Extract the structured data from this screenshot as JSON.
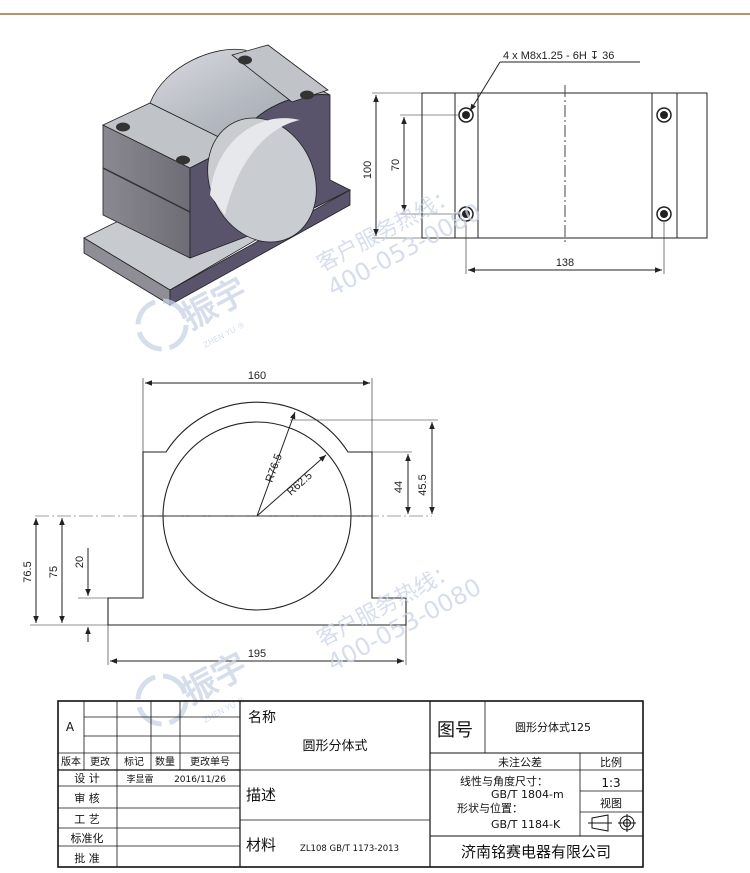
{
  "colors": {
    "top_rule": "#a0703a",
    "body_dark": "#59536b",
    "body_side": "#7d7b84",
    "body_light": "#b8bcc2",
    "watermark": "#c9d3e6",
    "line": "#222222"
  },
  "top_view": {
    "callout": "4 x M8x1.25 - 6H ↧ 36",
    "dim_height": "100",
    "dim_hole_spacing": "70",
    "dim_length": "138"
  },
  "front_view": {
    "dim_width": "160",
    "dim_r_outer": "R76.5",
    "dim_r_inner": "R62.5",
    "dim_44": "44",
    "dim_45_5": "45.5",
    "dim_76_5": "76.5",
    "dim_75": "75",
    "dim_20": "20",
    "dim_base": "195"
  },
  "watermark": {
    "brand": "振宇",
    "brand_latin": "ZHEN YU ®",
    "hotline_label": "客户服务热线：",
    "hotline_number": "400-053-0080"
  },
  "title_block": {
    "rev_letter": "A",
    "col_version": "版本",
    "col_change": "更改",
    "col_mark": "标记",
    "col_qty": "数量",
    "col_change_no": "更改单号",
    "row_design": "设 计",
    "designer": "李显雷",
    "design_date": "2016/11/26",
    "row_review": "审 核",
    "row_process": "工 艺",
    "row_standard": "标准化",
    "row_approve": "批 准",
    "name_label": "名称",
    "name_value": "圆形分体式",
    "desc_label": "描述",
    "material_label": "材料",
    "material_value": "ZL108 GB/T 1173-2013",
    "drawing_no_label": "图号",
    "drawing_no_value": "圆形分体式125",
    "tolerance_label": "未注公差",
    "linear_label": "线性与角度尺寸：",
    "linear_std": "GB/T 1804-m",
    "form_label": "形状与位置：",
    "form_std": "GB/T 1184-K",
    "scale_label": "比例",
    "scale_value": "1:3",
    "view_label": "视图",
    "company": "济南铭赛电器有限公司"
  }
}
